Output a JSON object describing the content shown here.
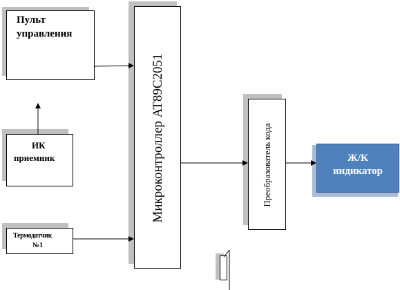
{
  "blocks": {
    "control_panel": {
      "line1": "Пульт",
      "line2": "управления"
    },
    "ir_receiver": {
      "line1": "ИК",
      "line2": "приемник"
    },
    "thermo_sensor": {
      "line1": "Термодатчик",
      "line2": "№1"
    },
    "microcontroller": {
      "label": "Микроконтроллер AT89C2051"
    },
    "code_converter": {
      "label": "Преобразователь кода"
    },
    "lcd_indicator": {
      "line1": "Ж/К",
      "line2": "индикатор"
    }
  },
  "colors": {
    "shadow": "#c0c0c0",
    "line": "#000000",
    "lcd_fill": "#4f81bd",
    "lcd_shadow": "#a6bcd8",
    "lcd_text": "#ffffff"
  }
}
